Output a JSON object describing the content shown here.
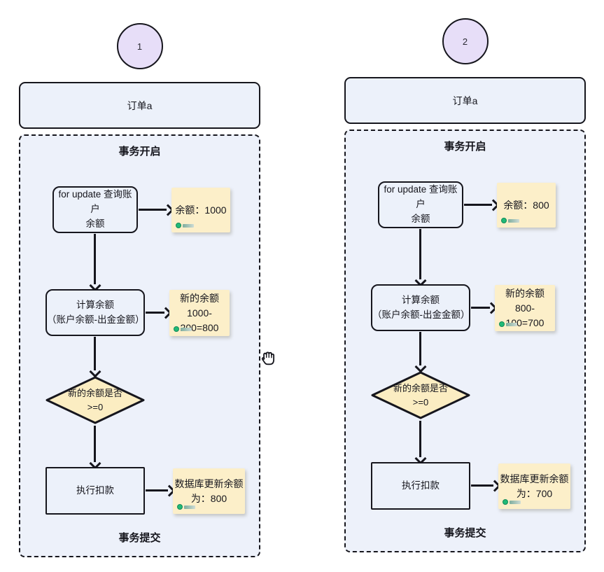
{
  "colors": {
    "background": "#ffffff",
    "container_fill": "#edf1fa",
    "box_fill": "#ecf1fa",
    "circle_fill": "#e7def8",
    "note_fill": "#fcefc9",
    "diamond_fill": "#fbedc2",
    "stroke": "#16161d",
    "watermark_green": "#21ba77"
  },
  "cursor": {
    "icon": "grab-hand-cursor"
  },
  "panels": [
    {
      "badge": "1",
      "order_label": "订单a",
      "transaction_begin": "事务开启",
      "transaction_commit": "事务提交",
      "step_query": {
        "line1": "for update 查询账户",
        "line2": "余额"
      },
      "step_compute": {
        "line1": "计算余额",
        "line2": "（账户余额-出金金额）"
      },
      "decision": {
        "line1": "新的余额是否",
        "line2": ">=0"
      },
      "step_execute": "执行扣款",
      "note_balance": "余额：1000",
      "note_new": {
        "line1": "新的余额",
        "line2": "1000-200=800"
      },
      "note_update": {
        "line1": "数据库更新余额",
        "line2": "为：800"
      }
    },
    {
      "badge": "2",
      "order_label": "订单a",
      "transaction_begin": "事务开启",
      "transaction_commit": "事务提交",
      "step_query": {
        "line1": "for update 查询账户",
        "line2": "余额"
      },
      "step_compute": {
        "line1": "计算余额",
        "line2": "（账户余额-出金金额）"
      },
      "decision": {
        "line1": "新的余额是否",
        "line2": ">=0"
      },
      "step_execute": "执行扣款",
      "note_balance": "余额：800",
      "note_new": {
        "line1": "新的余额",
        "line2": "800-100=700"
      },
      "note_update": {
        "line1": "数据库更新余额",
        "line2": "为：700"
      }
    }
  ]
}
